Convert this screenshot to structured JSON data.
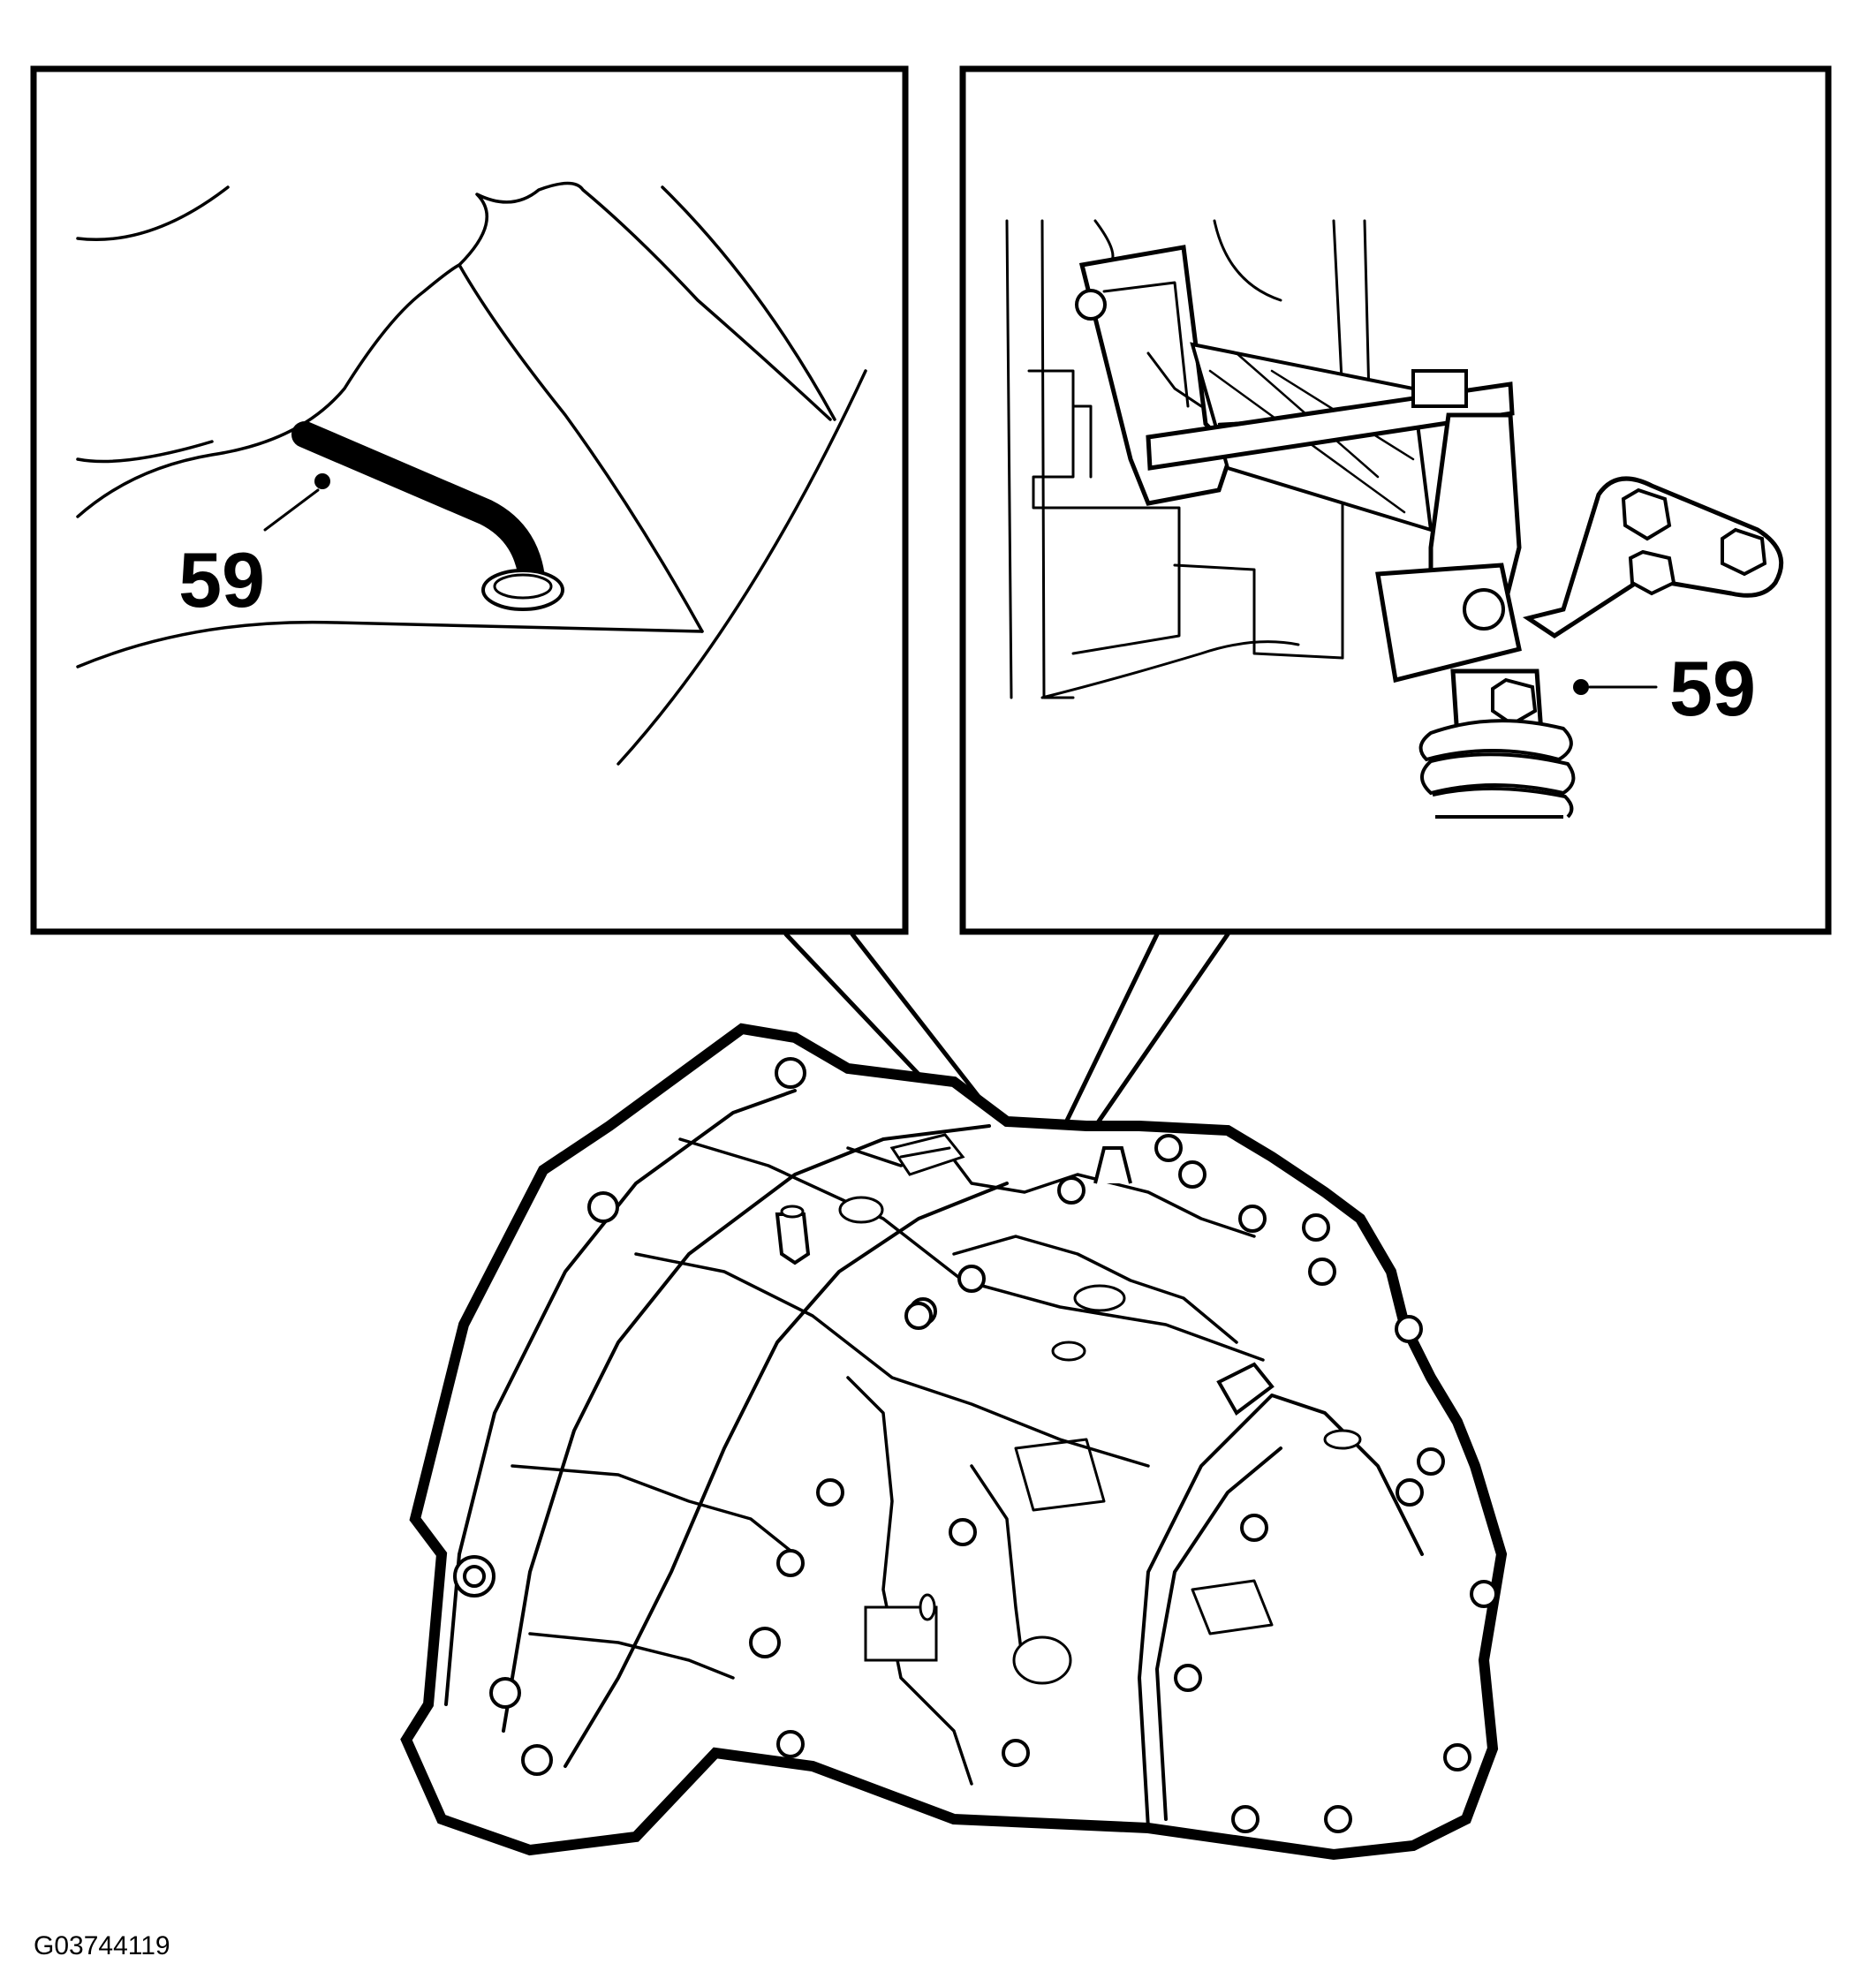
{
  "callouts": {
    "left_label": "59",
    "right_label": "59"
  },
  "figure_id": "G03744119",
  "colors": {
    "ink": "#000000",
    "paper": "#ffffff"
  }
}
